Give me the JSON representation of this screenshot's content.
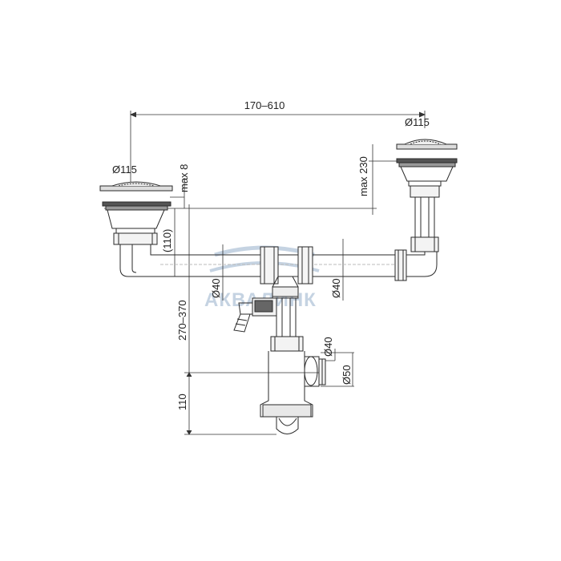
{
  "dimensions": {
    "span": "170–610",
    "left_drain_dia": "Ø115",
    "right_drain_dia": "Ø115",
    "max_8": "max 8",
    "max_230": "max 230",
    "d110_paren": "(110)",
    "height_270_370": "270–370",
    "height_110": "110",
    "pipe_d40_left": "Ø40",
    "pipe_d40_right": "Ø40",
    "outlet_d40": "Ø40",
    "outlet_d50": "Ø50"
  },
  "watermark": "АКВАЛИНК",
  "colors": {
    "line": "#2a2a2a",
    "grey": "#9a9a9a",
    "watermark": "#c5d3e2"
  }
}
